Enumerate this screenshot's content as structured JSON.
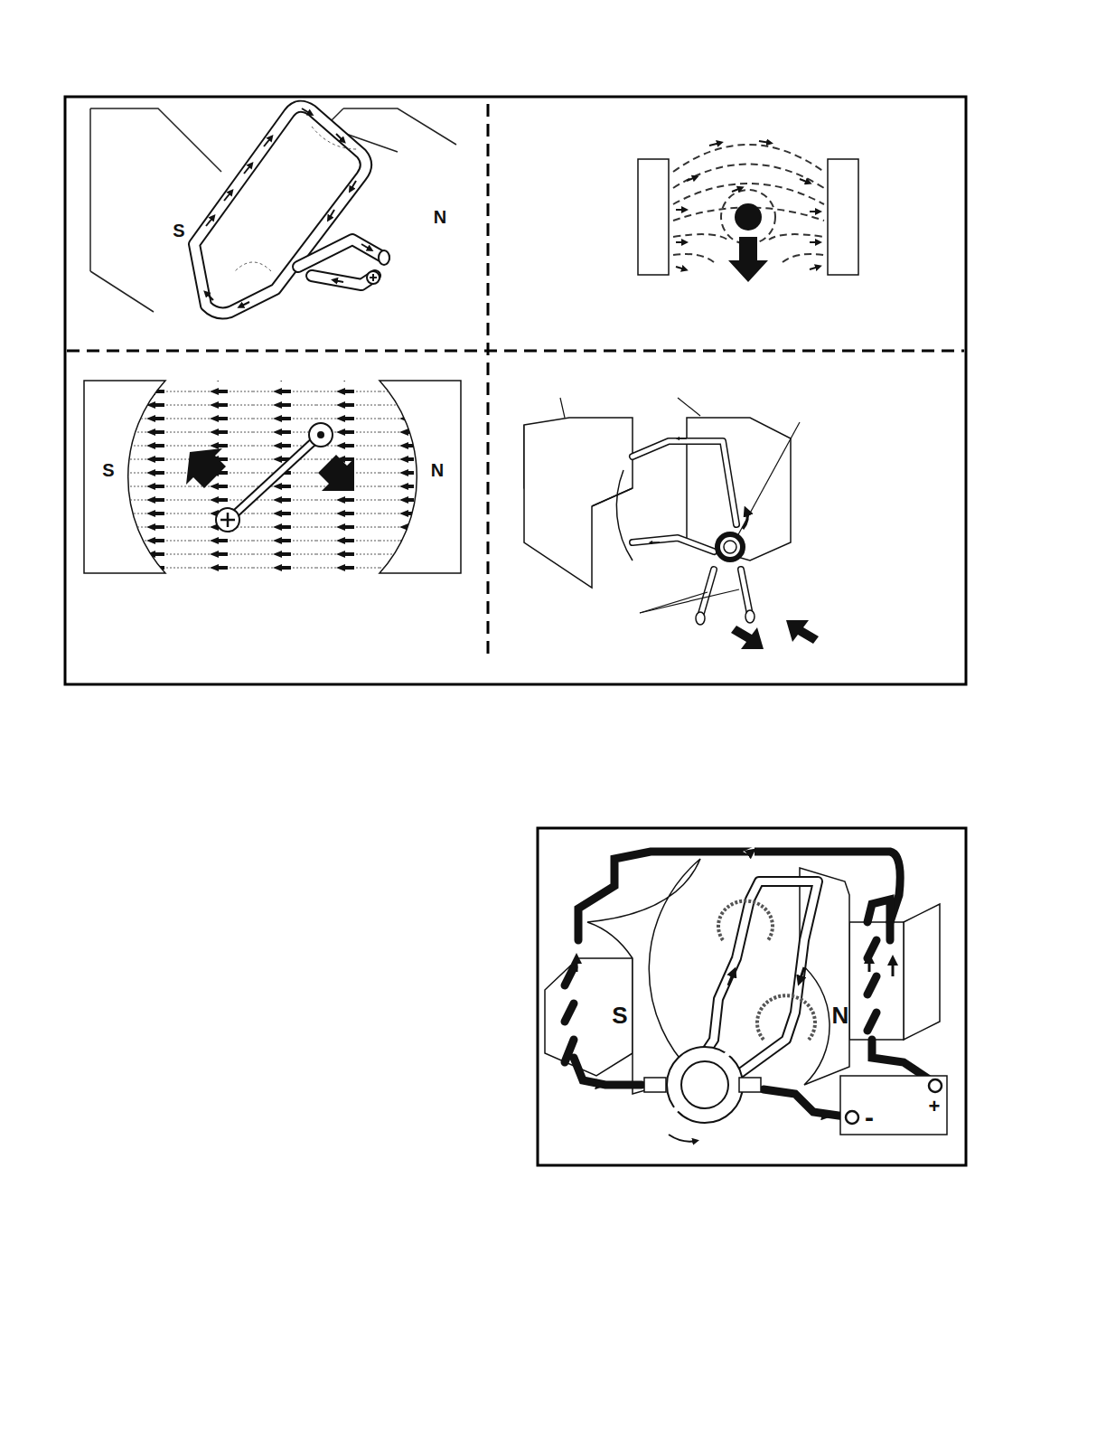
{
  "diagram": {
    "labels": [
      "S",
      "N",
      "S",
      "N",
      "S",
      "N",
      "-",
      "+"
    ]
  }
}
